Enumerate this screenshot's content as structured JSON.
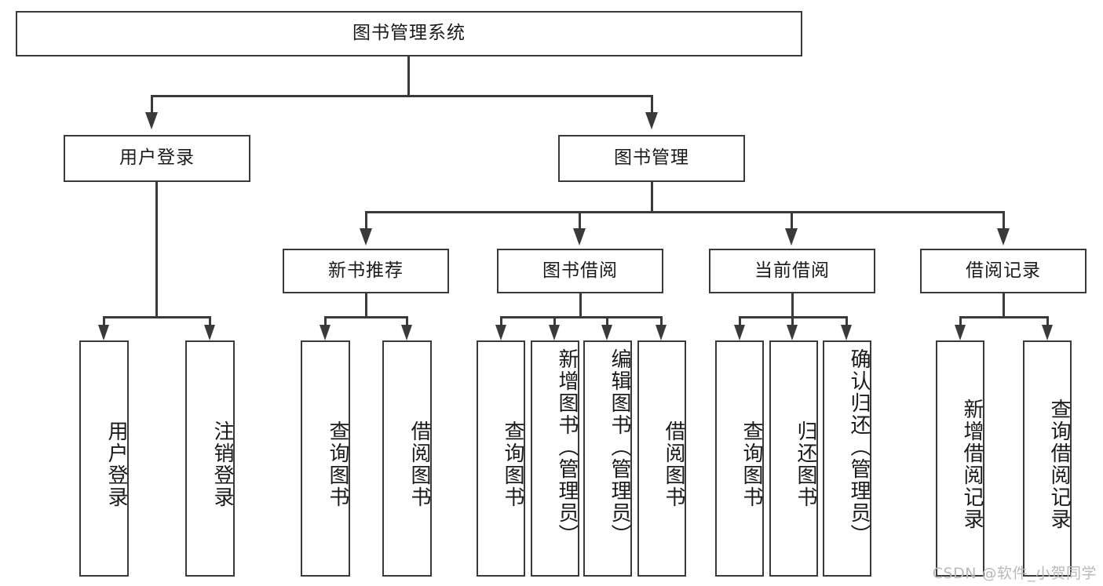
{
  "diagram": {
    "type": "tree-hierarchy",
    "title": "图书管理系统",
    "watermark": "CSDN @软件_小贺同学",
    "colors": {
      "stroke": "#3a3a3a",
      "fill": "#ffffff",
      "text": "#1a1a1a",
      "watermark": "#b9b9b9"
    },
    "root": {
      "label": "图书管理系统"
    },
    "level2": [
      {
        "label": "用户登录"
      },
      {
        "label": "图书管理"
      }
    ],
    "level3": [
      {
        "label": "新书推荐"
      },
      {
        "label": "图书借阅"
      },
      {
        "label": "当前借阅"
      },
      {
        "label": "借阅记录"
      }
    ],
    "leaves": {
      "user_login": [
        {
          "label": "用户登录"
        },
        {
          "label": "注销登录"
        }
      ],
      "new_book": [
        {
          "label": "查询图书"
        },
        {
          "label": "借阅图书"
        }
      ],
      "borrow": [
        {
          "label": "查询图书"
        },
        {
          "label": "新增图书（管理员）"
        },
        {
          "label": "编辑图书（管理员）"
        },
        {
          "label": "借阅图书"
        }
      ],
      "current": [
        {
          "label": "查询图书"
        },
        {
          "label": "归还图书"
        },
        {
          "label": "确认归还（管理员）"
        }
      ],
      "records": [
        {
          "label": "新增借阅记录"
        },
        {
          "label": "查询借阅记录"
        }
      ]
    }
  }
}
